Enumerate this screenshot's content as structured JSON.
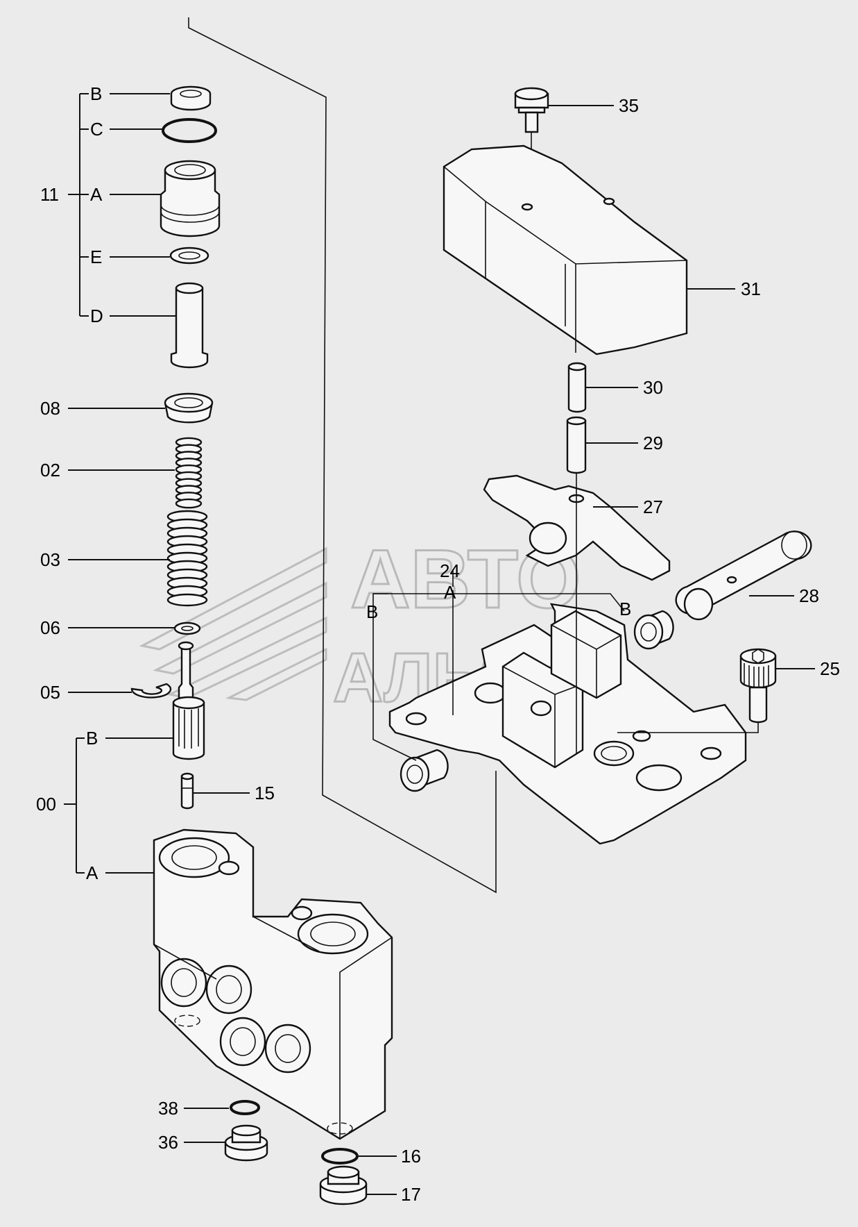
{
  "watermark": {
    "line1": "АВТО",
    "line2": "АЛЬЯНС"
  },
  "labels": {
    "l11": "11",
    "l11B": "B",
    "l11C": "C",
    "l11A": "A",
    "l11E": "E",
    "l11D": "D",
    "l08": "08",
    "l02": "02",
    "l03": "03",
    "l06": "06",
    "l05": "05",
    "l00": "00",
    "l00B": "B",
    "l00A": "A",
    "l15": "15",
    "l38": "38",
    "l36": "36",
    "l16": "16",
    "l17": "17",
    "l35": "35",
    "l31": "31",
    "l30": "30",
    "l29": "29",
    "l27": "27",
    "l28": "28",
    "l24": "24",
    "l24A": "A",
    "l24B1": "B",
    "l24B2": "B",
    "l25": "25"
  }
}
